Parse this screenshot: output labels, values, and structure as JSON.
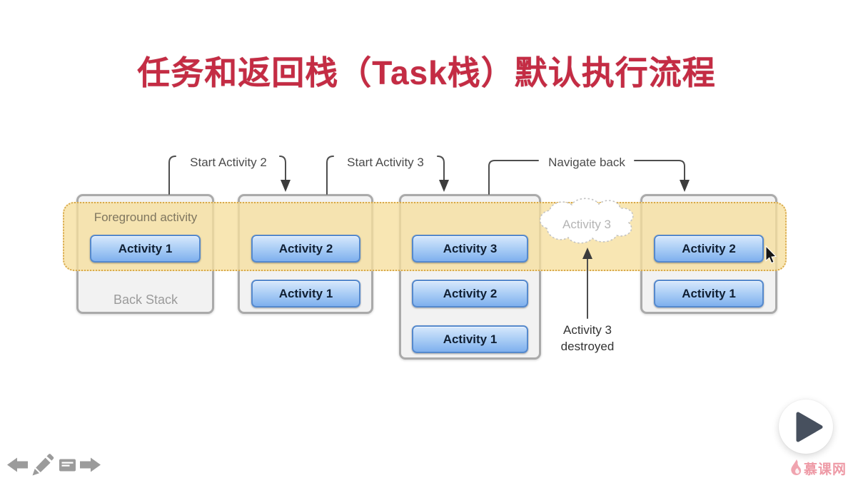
{
  "title": "任务和返回栈（Task栈）默认执行流程",
  "diagram": {
    "connectors": [
      {
        "label": "Start Activity 2"
      },
      {
        "label": "Start Activity 3"
      },
      {
        "label": "Navigate back"
      }
    ],
    "foreground_label": "Foreground activity",
    "back_stack_label": "Back Stack",
    "stacks": [
      {
        "activities": [
          "Activity 1"
        ]
      },
      {
        "activities": [
          "Activity 2",
          "Activity 1"
        ]
      },
      {
        "activities": [
          "Activity 3",
          "Activity 2",
          "Activity 1"
        ]
      },
      {
        "activities": [
          "Activity 2",
          "Activity 1"
        ]
      }
    ],
    "cloud_label": "Activity 3",
    "destroyed_note": {
      "line1": "Activity 3",
      "line2": "destroyed"
    }
  },
  "toolbar": {
    "icons": [
      "prev-arrow-icon",
      "pen-icon",
      "notes-icon",
      "next-arrow-icon"
    ]
  },
  "player": {
    "icon": "play-icon"
  },
  "watermark": {
    "text": "慕课网",
    "icon": "flame-icon"
  },
  "colors": {
    "title_red": "#c42c44",
    "highlight_band": "#f6df9d",
    "band_border": "#d8a84a",
    "activity_blue_top": "#d6e8fc",
    "activity_blue_bottom": "#7fb0ee",
    "activity_border": "#5589cd",
    "stack_fill": "#f2f2f2",
    "stack_border": "#aaaaaa",
    "toolbar_gray": "#9b9b9b",
    "play_triangle": "#47505e",
    "watermark_pink": "#ee9aa6"
  }
}
